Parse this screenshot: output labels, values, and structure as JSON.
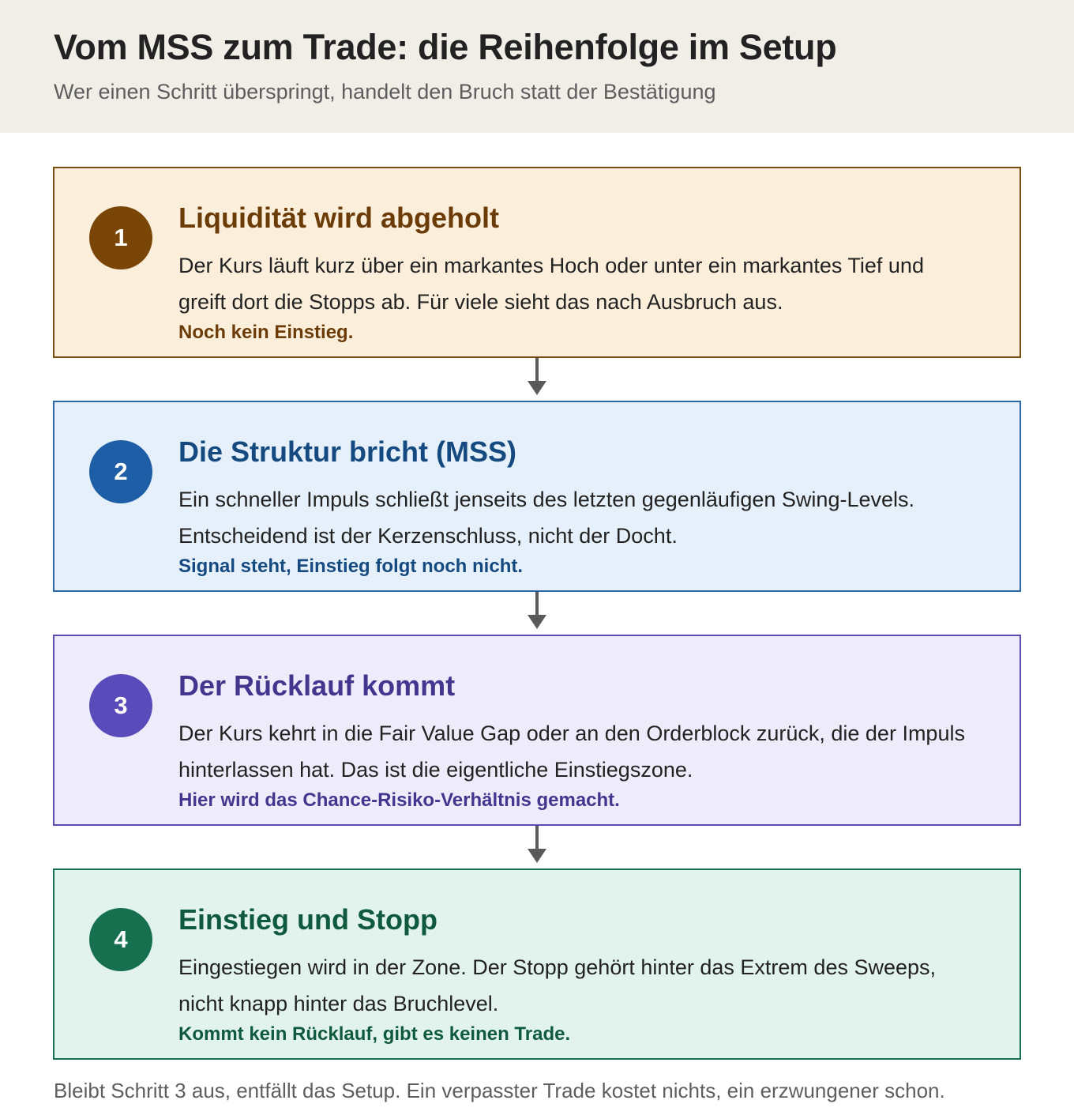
{
  "header": {
    "title": "Vom MSS zum Trade: die Reihenfolge im Setup",
    "subtitle": "Wer einen Schritt überspringt, handelt den Bruch statt der Bestätigung"
  },
  "steps": [
    {
      "number": "1",
      "title": "Liquidität wird abgeholt",
      "body": "Der Kurs läuft kurz über ein markantes Hoch oder unter ein markantes Tief und greift dort die Stopps ab. Für viele sieht das nach Ausbruch aus.",
      "note": "Noch kein Einstieg.",
      "colors": {
        "background": "#fbeedb",
        "border": "#7a4b12",
        "badge": "#7a4608",
        "title": "#6b3c07"
      }
    },
    {
      "number": "2",
      "title": "Die Struktur bricht (MSS)",
      "body": "Ein schneller Impuls schließt jenseits des letzten gegenläufigen Swing-Levels. Entscheidend ist der Kerzenschluss, nicht der Docht.",
      "note": "Signal steht, Einstieg folgt noch nicht.",
      "colors": {
        "background": "#e6f0fa",
        "border": "#2a66a8",
        "badge": "#1d5ea6",
        "title": "#144a80"
      }
    },
    {
      "number": "3",
      "title": "Der Rücklauf kommt",
      "body": "Der Kurs kehrt in die Fair Value Gap oder an den Orderblock zurück, die der Impuls hinterlassen hat. Das ist die eigentliche Einstiegszone.",
      "note": "Hier wird das Chance-Risiko-Verhältnis gemacht.",
      "colors": {
        "background": "#eeecfb",
        "border": "#5a4db5",
        "badge": "#5a4bbb",
        "title": "#42368e"
      }
    },
    {
      "number": "4",
      "title": "Einstieg und Stopp",
      "body": "Eingestiegen wird in der Zone. Der Stopp gehört hinter das Extrem des Sweeps, nicht knapp hinter das Bruchlevel.",
      "note": "Kommt kein Rücklauf, gibt es keinen Trade.",
      "colors": {
        "background": "#e1f3ec",
        "border": "#17704f",
        "badge": "#16704f",
        "title": "#0f5a3e"
      }
    }
  ],
  "footer": "Bleibt Schritt 3 aus, entfällt das Setup. Ein verpasster Trade kostet nichts, ein erzwungener schon."
}
